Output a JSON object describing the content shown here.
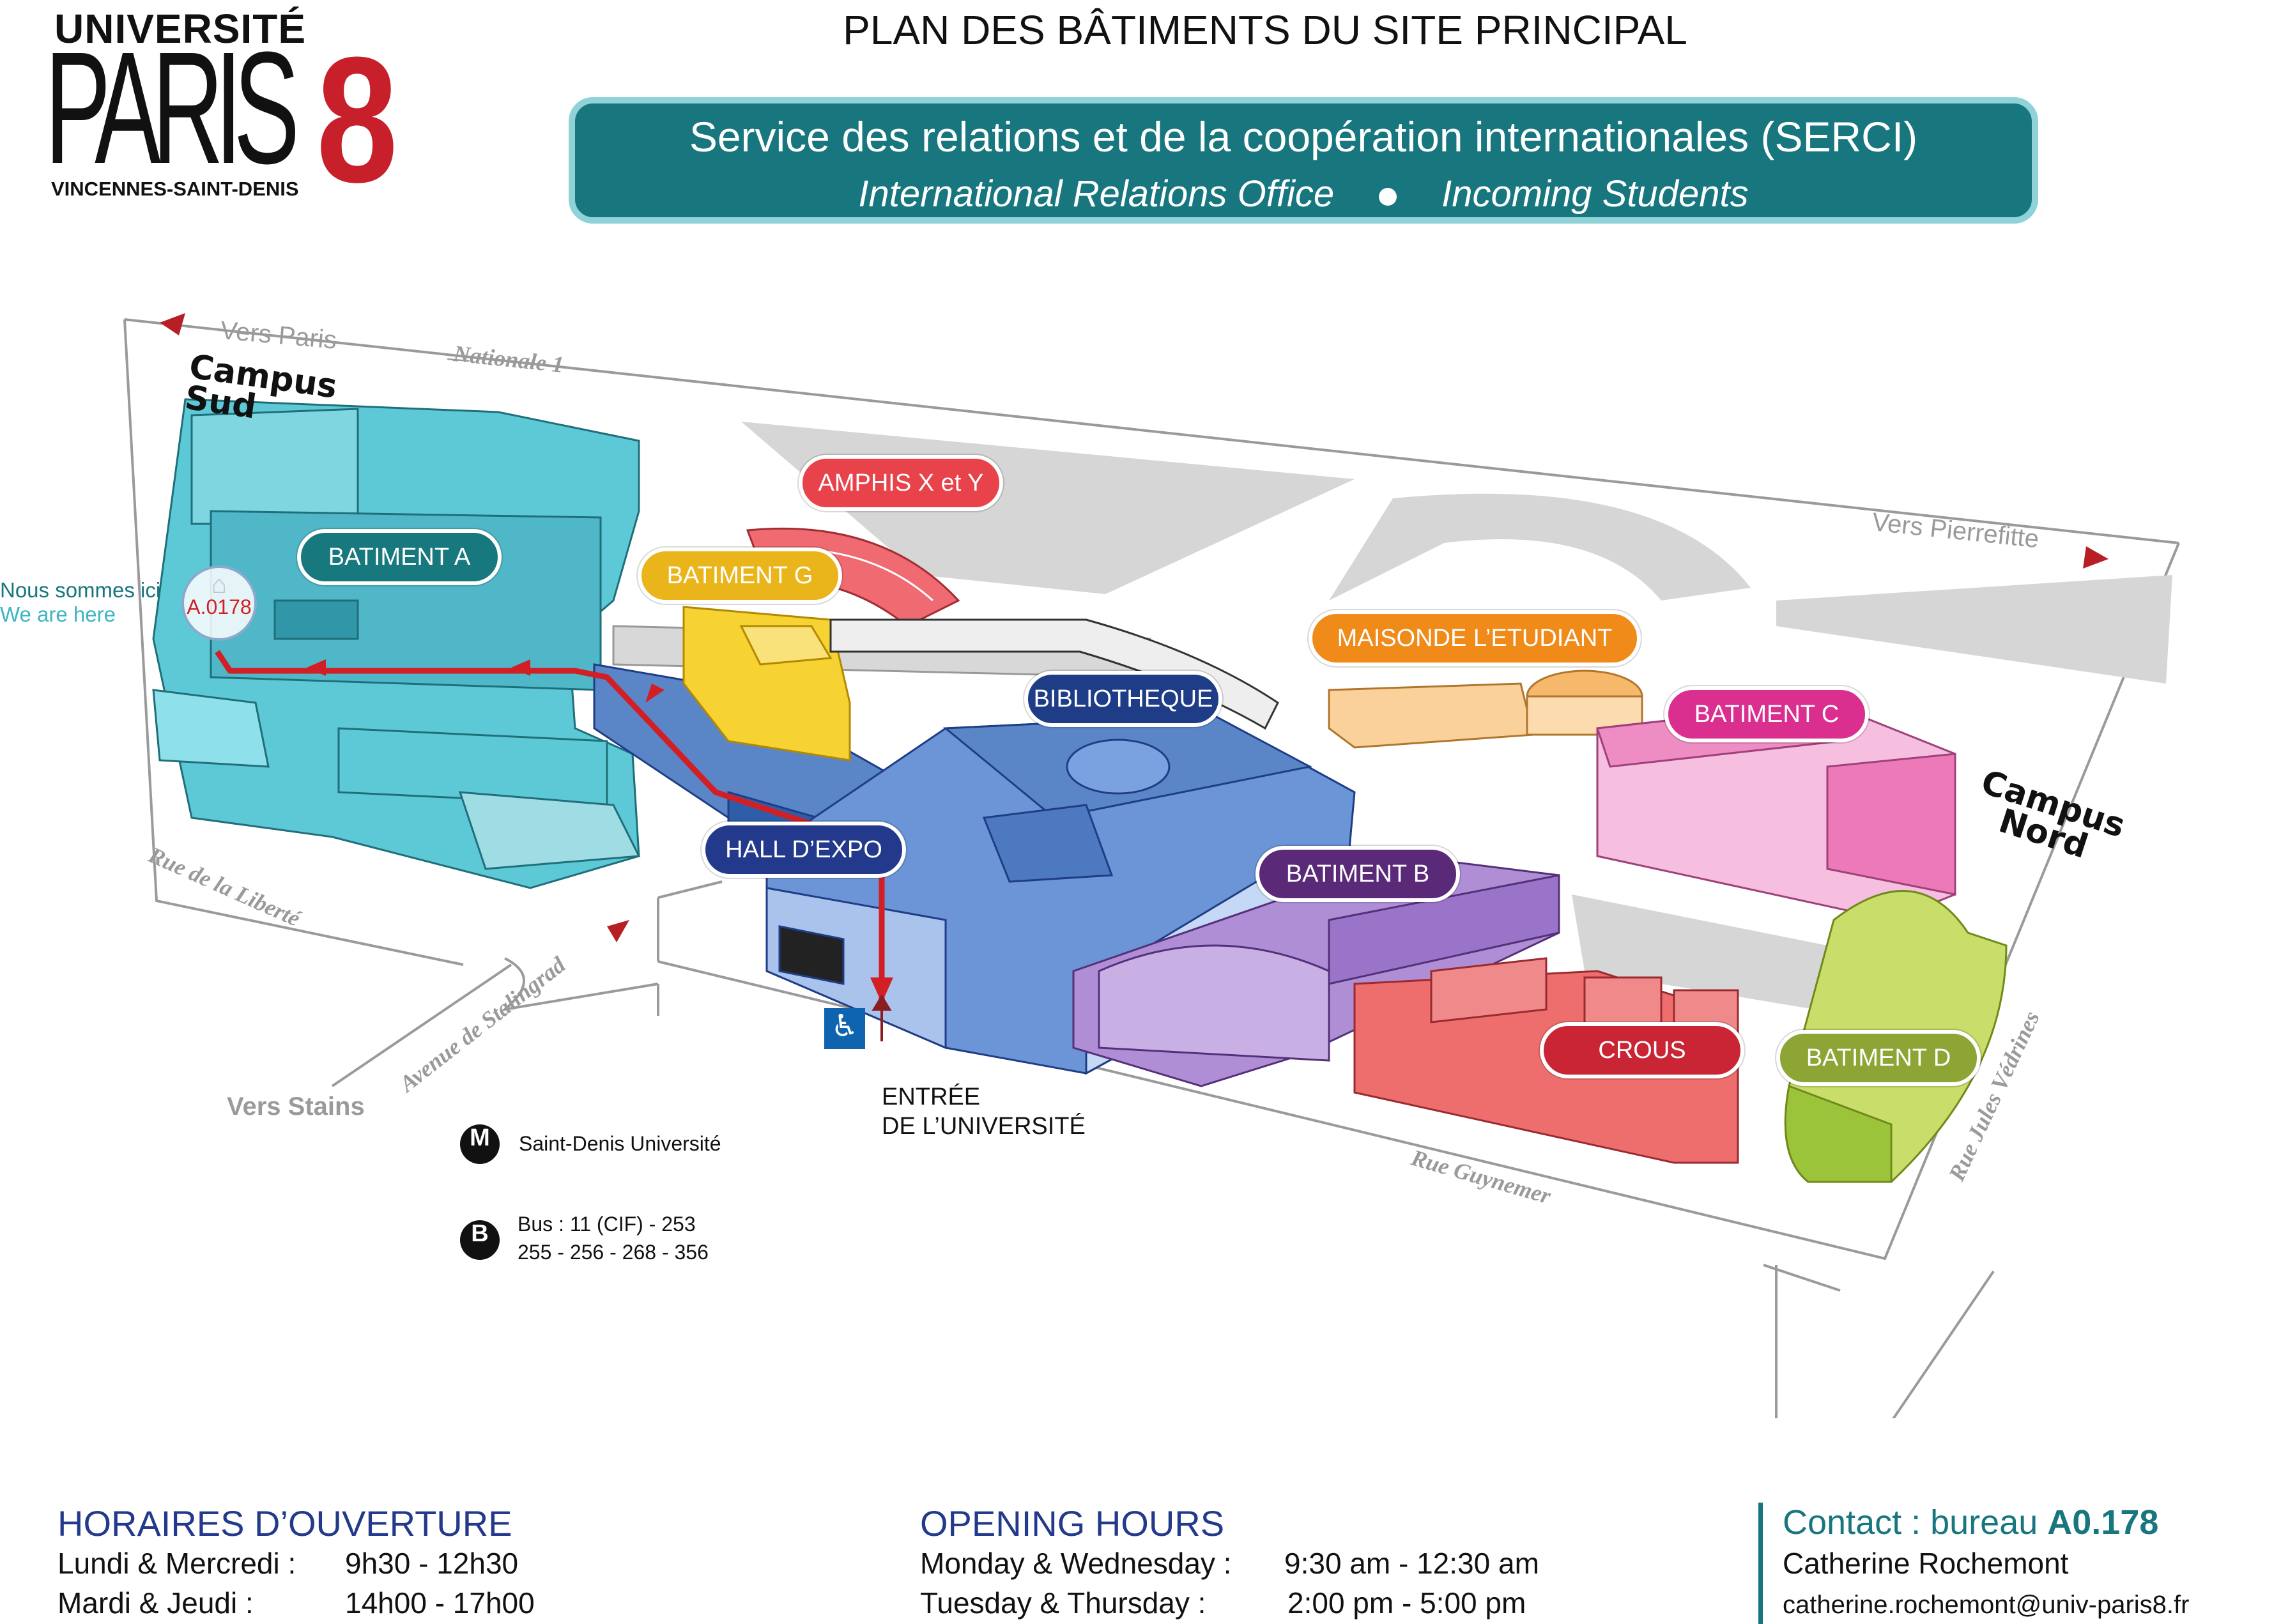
{
  "logo": {
    "top": "UNIVERSITÉ",
    "paris": "PARIS",
    "eight": "8",
    "bottom": "VINCENNES-SAINT-DENIS"
  },
  "title": "PLAN DES BÂTIMENTS DU SITE PRINCIPAL",
  "serci": {
    "title": "Service des relations et de la coopération internationales (SERCI)",
    "sub_left": "International Relations Office",
    "sub_right": "Incoming Students"
  },
  "colors": {
    "teal": "#18767f",
    "teal_light": "#8fd3d8",
    "navy": "#233a8c",
    "red": "#d21f25",
    "bat_a": "#17787e",
    "bat_g": "#eab51a",
    "amphis": "#e8424b",
    "maison": "#f08a18",
    "bibliotheque": "#1f3d86",
    "hall": "#233a8c",
    "bat_b": "#5a2a78",
    "bat_c": "#da2f8f",
    "crous": "#c92535",
    "bat_d": "#8ca534"
  },
  "map": {
    "labels": {
      "bat_a": "BATIMENT A",
      "bat_g": "BATIMENT G",
      "amphis": "AMPHIS X et Y",
      "maison": "MAISONDE L’ETUDIANT",
      "bibliotheque": "BIBLIOTHEQUE",
      "hall": "HALL D’EXPO",
      "bat_b": "BATIMENT B",
      "bat_c": "BATIMENT C",
      "crous": "CROUS",
      "bat_d": "BATIMENT D"
    },
    "campus_sud": "Campus\nSud",
    "campus_nord": "Campus\nNord",
    "streets": {
      "nationale": "Nationale 1",
      "liberte": "Rue de la Liberté",
      "stalingrad": "Avenue de Stalingrad",
      "guynemer": "Rue Guynemer",
      "vedrines": "Rue Jules Védrines"
    },
    "directions": {
      "paris": "Vers Paris",
      "pierrefitte": "Vers Pierrefitte",
      "stains": "Vers Stains"
    },
    "here_fr": "Nous sommes ici",
    "here_en": "We are here",
    "room": "A.0178",
    "entrance": "ENTRÉE\nDE L’UNIVERSITÉ",
    "metro": {
      "icon": "M",
      "label": "Saint-Denis Université"
    },
    "bus": {
      "icon": "B",
      "line1": "Bus : 11 (CIF) - 253",
      "line2": "255 - 256 - 268 - 356"
    },
    "icons": [
      "wheelchair-icon",
      "metro-icon",
      "bus-icon",
      "direction-arrow-icon",
      "home-icon"
    ]
  },
  "hours_fr": {
    "title": "HORAIRES D’OUVERTURE",
    "rows": [
      {
        "days": "Lundi & Mercredi :",
        "time": "9h30 - 12h30"
      },
      {
        "days": "Mardi & Jeudi :",
        "time": "14h00 - 17h00"
      }
    ]
  },
  "hours_en": {
    "title": "OPENING HOURS",
    "rows": [
      {
        "days": "Monday & Wednesday :",
        "time": "9:30 am - 12:30 am"
      },
      {
        "days": "Tuesday & Thursday :",
        "time": "2:00 pm - 5:00 pm"
      }
    ]
  },
  "contact": {
    "prefix": "Contact : bureau ",
    "office": "A0.178",
    "name": "Catherine Rochemont",
    "email": "catherine.rochemont@univ-paris8.fr"
  }
}
